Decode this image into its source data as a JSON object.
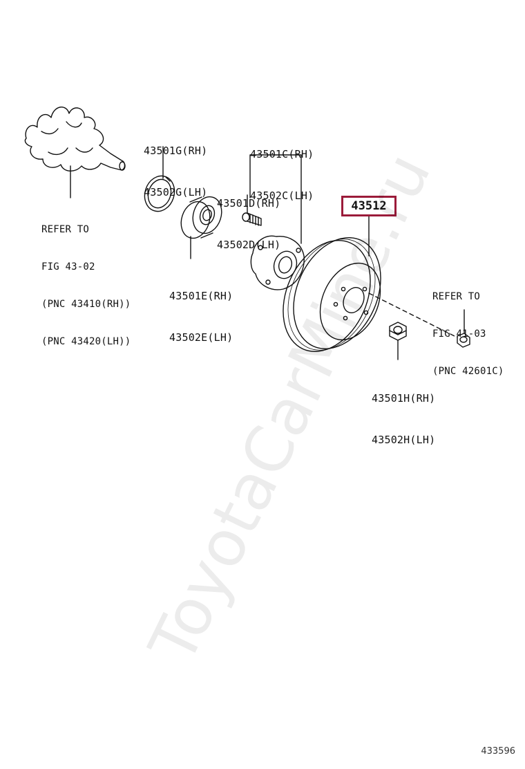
{
  "diagram": {
    "callouts": {
      "shaft_refer": [
        "REFER TO",
        "FIG 43-02",
        "(PNC 43410(RH))",
        "(PNC 43420(LH))"
      ],
      "snap_ring": [
        "43501G(RH)",
        "43502G(LH)"
      ],
      "hub": [
        "43501C(RH)",
        "43502C(LH)"
      ],
      "hub_bolt": [
        "43501D(RH)",
        "43502D(LH)"
      ],
      "bearing": [
        "43501E(RH)",
        "43502E(LH)"
      ],
      "disc": "43512",
      "nut": [
        "43501H(RH)",
        "43502H(LH)"
      ],
      "screw_refer": [
        "REFER TO",
        "FIG 41-03",
        "(PNC 42601C)"
      ]
    },
    "highlight_color": "#9b1b3a",
    "figure_number": "433596",
    "watermark": "ToyotaCarMine.ru"
  }
}
